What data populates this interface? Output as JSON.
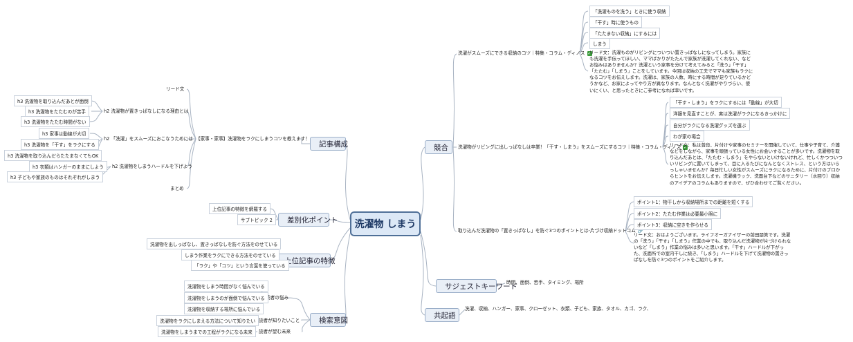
{
  "root": {
    "label": "洗濯物 しまう"
  },
  "left": {
    "kiji": {
      "label": "記事構成",
      "title": "【家事・家事】洗濯物をラクにしまうコツを教えます！",
      "lead": "リード文",
      "matome": "まとめ",
      "h2": [
        {
          "label": "h2 洗濯物が置きっぱなしになる理由とは",
          "h3": [
            "h3 洗濯物を取り込んだあとが面倒",
            "h3 洗濯物をたたむのが苦手",
            "h3 洗濯物をたたむ時間がない"
          ]
        },
        {
          "label": "h2 「洗濯」をスムーズにおこなうためには",
          "h3": [
            "h3 家事は動線が大切",
            "h3 洗濯物を「干す」をラクにする",
            "h3 洗濯物を取り込んだらたたまなくてもOK"
          ]
        },
        {
          "label": "h2 洗濯物をしまうハードルを下げよう",
          "h3": [
            "h3 衣類はハンガーのままにしよう",
            "h3 子どもや家族のものはそれぞれがしまう"
          ]
        }
      ]
    },
    "sabetsu": {
      "label": "差別化ポイント",
      "items": [
        "上位記事の特徴を網羅する",
        "サブトピック 2"
      ]
    },
    "joui": {
      "label": "上位記事の特徴",
      "items": [
        "洗濯物を出しっぱなし、置きっぱなしを防ぐ方法をのせている",
        "しまう作業をラクにできる方法をのせている",
        "「ラク」や「コツ」という言葉を使っている"
      ]
    },
    "kensaku": {
      "label": "検索意図",
      "nayami": {
        "label": "読者の悩み",
        "items": [
          "洗濯物をしまう時間がなく悩んでいる",
          "洗濯物をしまうのが面倒で悩んでいる",
          "洗濯物を収納する場所に悩んでいる"
        ]
      },
      "shiritai": {
        "label": "読者が知りたいこと",
        "item": "洗濯物をラクにしまえる方法について知りたい"
      },
      "mirai": {
        "label": "読者が望む未来",
        "item": "洗濯物をしまうまでの工程がラクになる未来"
      }
    }
  },
  "right": {
    "kyougou": {
      "label": "競合",
      "c1": {
        "title": "洗濯がスムーズにできる収納のコツ｜特集・コラム・ディノス",
        "items": [
          "「洗濯ものを洗う」ときに使う収納",
          "「干す」時に使うもの",
          "「たたまない収納」にするには",
          "しまう"
        ],
        "lead": "リード文：洗濯ものがリビングについつい置きっぱなしになってしまう。家族にも洗濯を手伝ってほしい、ママばかりがたたんで家族が洗濯してくれない、などお悩みはありませんか？洗濯という家事を分けて考えてみると「洗う」「干す」「たたむ」「しまう」ことをしています。今回は収納の工夫でママも家族もラクになるコツをお伝えします。洗濯は、家族の人数、時にする時間が足りているかどうかなど、お家によってやり方が異なります。なんとなく洗濯がやりづらい、使いにくい、と思ったときにご参考になれば幸いです。"
      },
      "c2": {
        "title": "洗濯物がリビングに出しっぱなしは卒業！「干す・しまう」をスムーズにするコツ｜特集・コラム・ディノス",
        "items": [
          "「干す・しまう」をラクにするには「動線」が大切",
          "洋服を見直すことが、実は洗濯がラクになるきっかけに",
          "自分がラクになる洗濯グッズを選ぶ",
          "わが家の場合"
        ],
        "lead": "リード文：私は普段、片付けや家事のセミナーを開催していて、仕事や子育て、介護などをしながら、家事を頑張っている女性にお会いすることが多いです。洗濯物を取り込んだあとは、「たたむ・しまう」をやらないといけないけれど、忙しくかつついついリビングに置いてしまって、目に入るたびになんとなくストレス、という方はいらっしゃいませんか？毎日忙しい女性がスムーズにラクになるために、片付けのプロからヒントをお伝えします。洗濯機ラック、洗面台下などのサニタリー（水回り）収納のアイデアのコラムもありますので、ぜひ合わせてご覧ください。"
      },
      "c3": {
        "title": "取り込んだ洗濯物の「置きっぱなし」を防ぐ3つのポイントとは-片づけ収納ドットコム",
        "items": [
          "ポイント1：物干しから収納場所までの距離を短くする",
          "ポイント2：たたむ作業は必要最小限に",
          "ポイント3：収納に空きを作らせる"
        ],
        "lead": "リード文：おはようございます。ライフオーガナイザーの前田朋美です。洗濯の「洗う」「干す」「しまう」作業の中でも、取り込んだ洗濯物が片づけられないなど「しまう」作業の悩みは多いと思います。「干す」ハードルが下がった、洗面所での室内干しに続き、「しまう」ハードルを下げて洗濯物の置きっぱなしを防ぐ3つのポイントをご紹介します。"
      }
    },
    "suggest": {
      "label": "サジェストキーワード",
      "text": "時間、面倒、苦手、タイミング、場所"
    },
    "kyouki": {
      "label": "共起語",
      "text": "洗濯、収納、ハンガー、家事、クローゼット、衣類、子ども、家族、タオル、カゴ、ラク、"
    }
  }
}
